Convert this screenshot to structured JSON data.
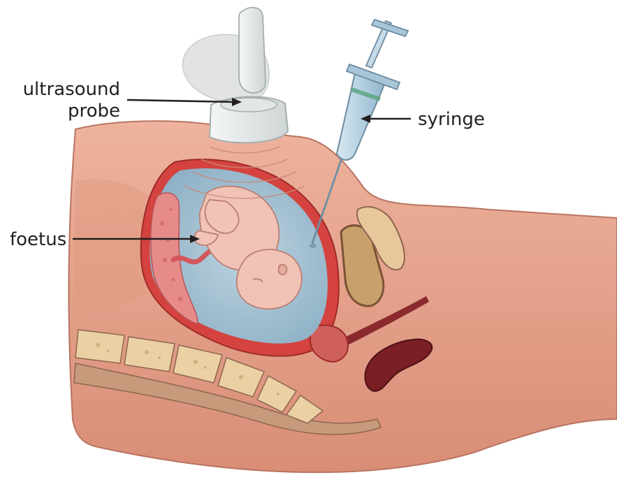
{
  "labels": {
    "probe_line1": "ultrasound",
    "probe_line2": "probe",
    "syringe": "syringe",
    "foetus": "foetus"
  },
  "colors": {
    "skin": "#e7a48e",
    "skin_shadow": "#c9826c",
    "uterine_wall": "#d4433f",
    "amniotic_fluid": "#a9c4d4",
    "foetus_skin": "#f1c3b6",
    "placenta": "#e68a8a",
    "spine_bone": "#e8c79a",
    "syringe_barrel": "#bcd5e4",
    "probe": "#e9ecec",
    "text": "#231f20"
  }
}
